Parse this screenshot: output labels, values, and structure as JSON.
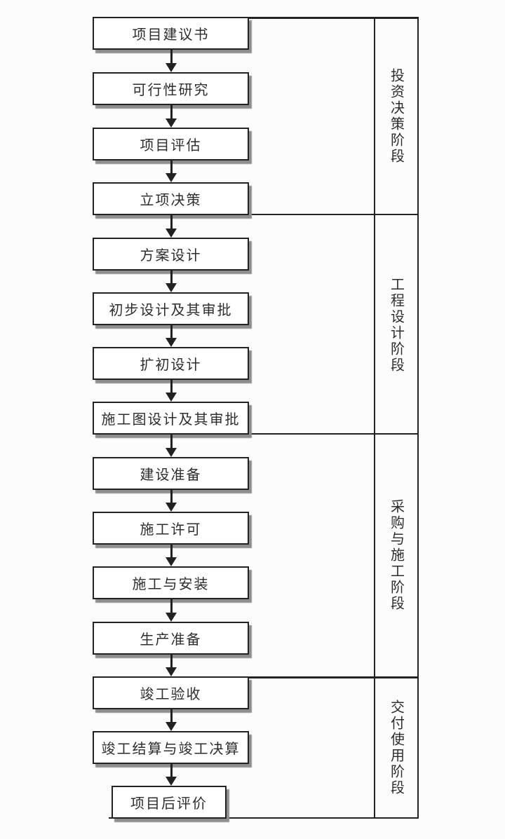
{
  "flow": {
    "boxes": [
      "项目建议书",
      "可行性研究",
      "项目评估",
      "立项决策",
      "方案设计",
      "初步设计及其审批",
      "扩初设计",
      "施工图设计及其审批",
      "建设准备",
      "施工许可",
      "施工与安装",
      "生产准备",
      "竣工验收",
      "竣工结算与竣工决算",
      "项目后评价"
    ]
  },
  "stages": [
    "投资决策阶段",
    "工程设计阶段",
    "采购与施工阶段",
    "交付使用阶段"
  ],
  "colors": {
    "line": "#222222",
    "box_shadow": "#8e8e8e",
    "background": "#fcfcfc",
    "text": "#2d2d2d"
  }
}
